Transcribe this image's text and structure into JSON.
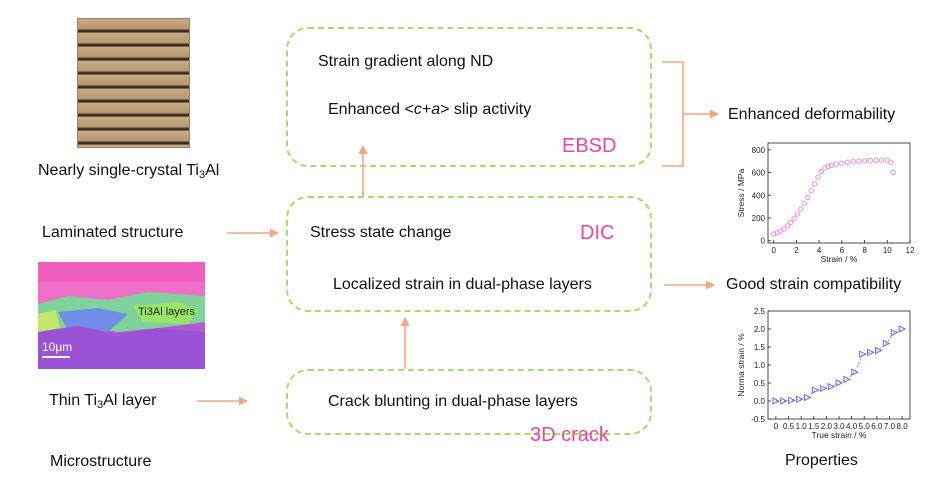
{
  "colors": {
    "arrow": "#f4a582",
    "box_border": "#a6dc6e",
    "tag": "#e8479a",
    "marker1": "#e98fe0",
    "marker2": "#6b72d8"
  },
  "left": {
    "crystal_label_a": "Nearly single-crystal Ti",
    "crystal_label_sub": "3",
    "crystal_label_b": "Al",
    "laminated": "Laminated structure",
    "micro_overlay": "Ti3Al layers",
    "micro_scale": "10μm",
    "thin_label_a": "Thin Ti",
    "thin_label_sub": "3",
    "thin_label_b": "Al layer",
    "caption": "Microstructure"
  },
  "boxes": {
    "ebsd": {
      "line1": "Strain gradient along ND",
      "line2_a": "Enhanced <",
      "line2_c": "c",
      "line2_plus": "+",
      "line2_a2": "a",
      "line2_b": "> slip activity",
      "tag": "EBSD"
    },
    "dic": {
      "line1": "Stress state change",
      "line2": "Localized strain in dual-phase layers",
      "tag": "DIC"
    },
    "crack": {
      "line1": "Crack blunting in dual-phase layers",
      "tag": "3D crack"
    }
  },
  "right": {
    "deform": "Enhanced deformability",
    "compat": "Good strain compatibility",
    "caption": "Properties"
  },
  "chart_data": [
    {
      "type": "scatter",
      "title": "",
      "xlabel": "Strain / %",
      "ylabel": "Stress / MPa",
      "xlim": [
        -0.5,
        12
      ],
      "ylim": [
        -20,
        860
      ],
      "xticks": [
        0,
        2,
        4,
        6,
        8,
        10,
        12
      ],
      "yticks": [
        0,
        200,
        400,
        600,
        800
      ],
      "x": [
        0,
        0.3,
        0.6,
        0.9,
        1.2,
        1.5,
        1.8,
        2.1,
        2.4,
        2.7,
        3.0,
        3.3,
        3.6,
        3.9,
        4.2,
        4.5,
        4.8,
        5.1,
        5.5,
        6.0,
        6.5,
        7.0,
        7.5,
        8.0,
        8.5,
        9.0,
        9.5,
        10.0,
        10.3,
        10.5
      ],
      "y": [
        60,
        70,
        85,
        105,
        130,
        160,
        195,
        235,
        280,
        330,
        380,
        440,
        500,
        560,
        610,
        640,
        655,
        665,
        675,
        683,
        690,
        695,
        700,
        702,
        705,
        708,
        710,
        710,
        690,
        600
      ]
    },
    {
      "type": "line",
      "title": "",
      "xlabel": "True strain / %",
      "ylabel": "Norma strain / %",
      "categories": [
        "0",
        "0.5",
        "1.0",
        "1.5",
        "2.0",
        "3.0",
        "4.0",
        "5.0",
        "6.0",
        "7.0",
        "8.0"
      ],
      "xlim": [
        -0.5,
        8.5
      ],
      "ylim": [
        -0.5,
        2.5
      ],
      "yticks": [
        -0.5,
        0.0,
        0.5,
        1.0,
        1.5,
        2.0,
        2.5
      ],
      "x": [
        0,
        0.5,
        1,
        1.5,
        2,
        2.5,
        3,
        3.5,
        4,
        4.5,
        5,
        5.5,
        6,
        6.5,
        7,
        7.5,
        8
      ],
      "y": [
        0.0,
        0.0,
        0.02,
        0.05,
        0.1,
        0.3,
        0.35,
        0.4,
        0.5,
        0.6,
        0.8,
        1.3,
        1.35,
        1.4,
        1.6,
        1.9,
        2.0
      ]
    }
  ]
}
